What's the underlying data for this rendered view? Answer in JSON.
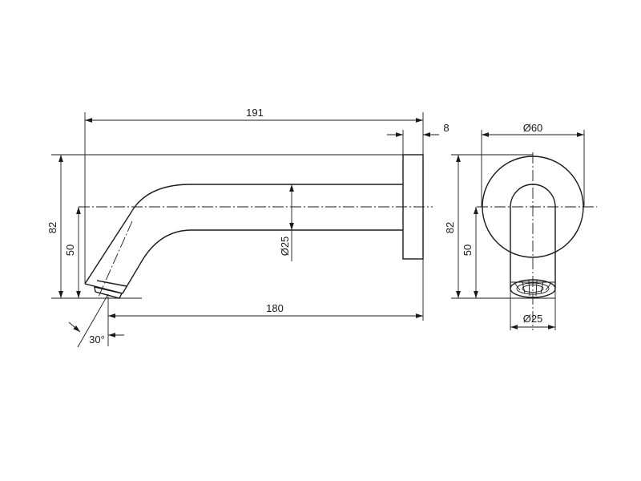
{
  "dimensions": {
    "overall_length": "191",
    "flange_thickness": "8",
    "flange_diameter": "Ø60",
    "side_height": "82",
    "side_outlet_height": "50",
    "spout_diameter": "Ø25",
    "projection": "180",
    "outlet_angle": "30°",
    "front_height": "82",
    "front_outlet_height": "50",
    "front_spout_diameter": "Ø25"
  }
}
